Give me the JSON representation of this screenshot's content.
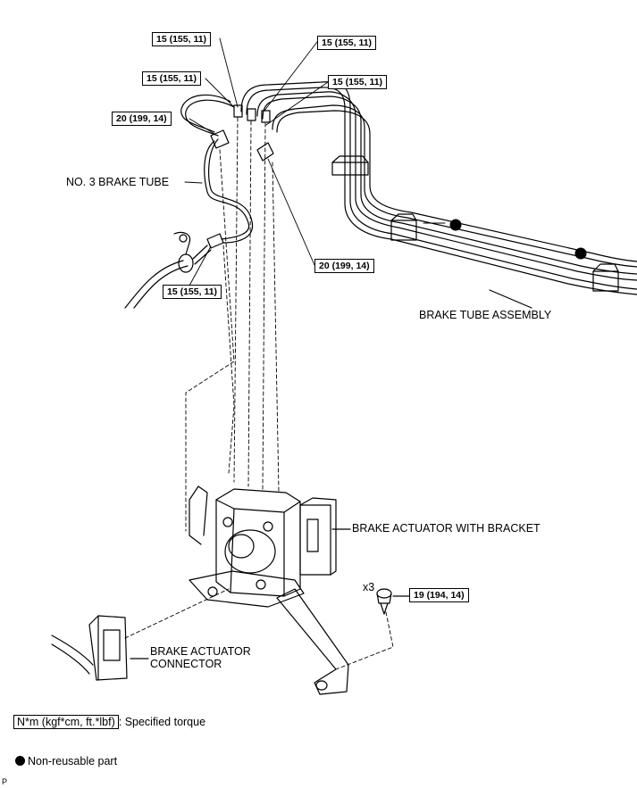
{
  "torque_specs": {
    "t1": "15 (155, 11)",
    "t2": "15 (155, 11)",
    "t3": "15 (155, 11)",
    "t4": "15 (155, 11)",
    "t5": "20 (199, 14)",
    "t6": "20 (199, 14)",
    "t7": "15 (155, 11)",
    "t8": "19 (194, 14)"
  },
  "parts": {
    "no3_brake_tube": "NO. 3 BRAKE TUBE",
    "brake_tube_assembly": "BRAKE TUBE ASSEMBLY",
    "brake_actuator_with_bracket": "BRAKE ACTUATOR WITH BRACKET",
    "brake_actuator_connector_line1": "BRAKE ACTUATOR",
    "brake_actuator_connector_line2": "CONNECTOR",
    "bolt_quantity": "x3"
  },
  "legend": {
    "torque_unit_box": "N*m (kgf*cm, ft.*lbf)",
    "torque_unit_desc": ": Specified torque",
    "non_reusable": "Non-reusable part"
  },
  "corner_mark": "P"
}
